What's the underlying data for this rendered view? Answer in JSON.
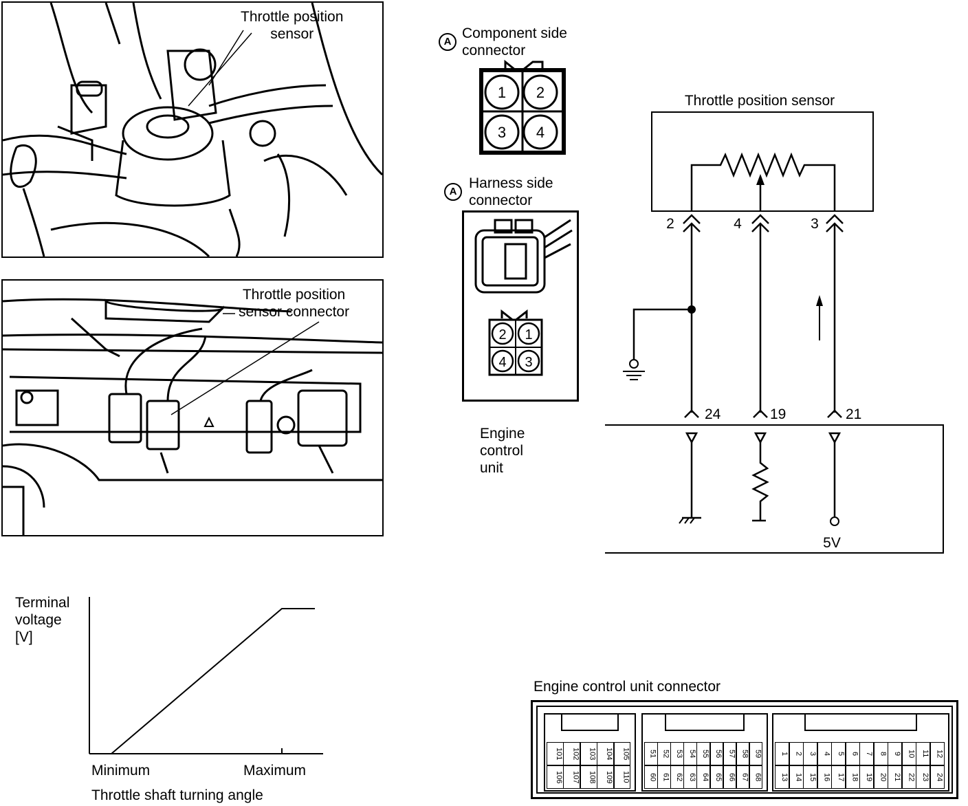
{
  "photo_top": {
    "callout": "Throttle position\nsensor"
  },
  "photo_bottom": {
    "callout": "Throttle position\nsensor connector"
  },
  "component_connector": {
    "marker": "A",
    "title": "Component side\nconnector",
    "pins": [
      "1",
      "2",
      "3",
      "4"
    ]
  },
  "harness_connector": {
    "marker": "A",
    "title": "Harness side\nconnector",
    "pins": [
      "2",
      "1",
      "4",
      "3"
    ]
  },
  "schematic": {
    "sensor_title": "Throttle position sensor",
    "sensor_pins": [
      "2",
      "4",
      "3"
    ],
    "ecu_pins": [
      "24",
      "19",
      "21"
    ],
    "ecu_label": "Engine\ncontrol\nunit",
    "supply_label": "5V"
  },
  "graph": {
    "ylabel": "Terminal\nvoltage\n[V]",
    "xtick_min": "Minimum",
    "xtick_max": "Maximum",
    "xlabel": "Throttle shaft turning angle"
  },
  "chart_data": {
    "type": "line",
    "title": "",
    "xlabel": "Throttle shaft turning angle",
    "ylabel": "Terminal voltage [V]",
    "categories": [
      "Minimum",
      "Maximum"
    ],
    "series": [
      {
        "values": [
          0,
          1,
          1
        ]
      }
    ]
  },
  "ecu_connector": {
    "title": "Engine control unit connector",
    "group1": {
      "top": [
        "101",
        "102",
        "103",
        "104",
        "105"
      ],
      "bottom": [
        "106",
        "107",
        "108",
        "109",
        "110"
      ]
    },
    "group2": {
      "top": [
        "51",
        "52",
        "53",
        "54",
        "55",
        "56",
        "57",
        "58",
        "59"
      ],
      "bottom": [
        "60",
        "61",
        "62",
        "63",
        "64",
        "65",
        "66",
        "67",
        "68"
      ]
    },
    "group3": {
      "top": [
        "1",
        "2",
        "3",
        "4",
        "5",
        "6",
        "7",
        "8",
        "9",
        "10",
        "11",
        "12"
      ],
      "bottom": [
        "13",
        "14",
        "15",
        "16",
        "17",
        "18",
        "19",
        "20",
        "21",
        "22",
        "23",
        "24"
      ]
    }
  }
}
